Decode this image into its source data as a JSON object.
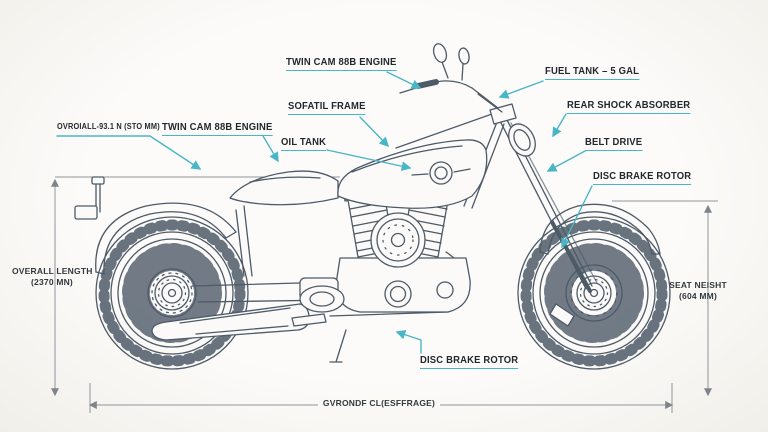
{
  "labels": {
    "twin_cam_top": "TWIN CAM 88B ENGINE",
    "softail_frame": "SOFATIL FRAME",
    "fuel_tank": "FUEL TANK – 5 GAL",
    "rear_shock": "REAR SHOCK ABSORBER",
    "twin_cam_left": "TWIN CAM 88B ENGINE",
    "overall_spec_small": "OVROIALL-93.1 N (STO MM)",
    "oil_tank": "OIL TANK",
    "belt_drive": "BELT DRIVE",
    "disc_brake_right": "DISC BRAKE ROTOR",
    "disc_brake_bottom": "DISC BRAKE ROTOR"
  },
  "dimensions": {
    "overall_length": {
      "line1": "OVERALL LENGTH",
      "line2": "(2370 MN)"
    },
    "seat_height": {
      "line1": "SEAT NEISHT",
      "line2": "(604 MM)"
    },
    "ground_clearance": "GVRONDF CL(ESFFRAGE)"
  },
  "colors": {
    "leader_line": "#49b6c6",
    "label_text": "#23282e",
    "dimension_line": "#8f949a",
    "line_art": "#4d5a68",
    "background": "#faf9f5"
  }
}
